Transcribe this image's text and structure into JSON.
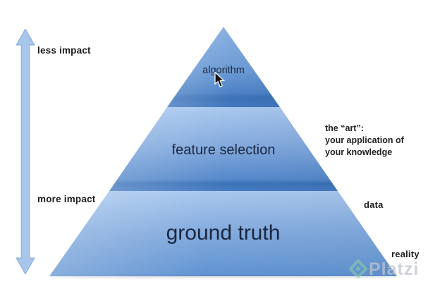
{
  "impact_axis": {
    "top_label": "less impact",
    "bottom_label": "more impact"
  },
  "pyramid": {
    "levels": [
      {
        "id": "top",
        "label": "algorithm"
      },
      {
        "id": "middle",
        "label": "feature selection"
      },
      {
        "id": "bottom",
        "label": "ground truth"
      }
    ]
  },
  "annotations": {
    "art_lines": [
      "the “art”:",
      "your application of",
      "your knowledge"
    ],
    "data_label": "data",
    "reality_label": "reality"
  },
  "watermark": {
    "text": "Platzi",
    "logo": "platzi-diamond-logo"
  },
  "cursor": {
    "type": "arrow-pointer"
  },
  "theme": {
    "bg": "#ffffff",
    "pyramid_light": "#a9c8ee",
    "pyramid_apex": "#8bb1e0",
    "pyramid_deep": "#4e83c6",
    "pyramid_band": "#3d73b8",
    "pyramid_base_end": "#6093d2",
    "pyramid_text": "#1b2740",
    "arrow_fill": "#a8c6ec",
    "arrow_edge": "#86aedb",
    "label_text": "#1d1d1d",
    "watermark_text": "#bfc5cb",
    "watermark_green": "#8ed1a9"
  }
}
